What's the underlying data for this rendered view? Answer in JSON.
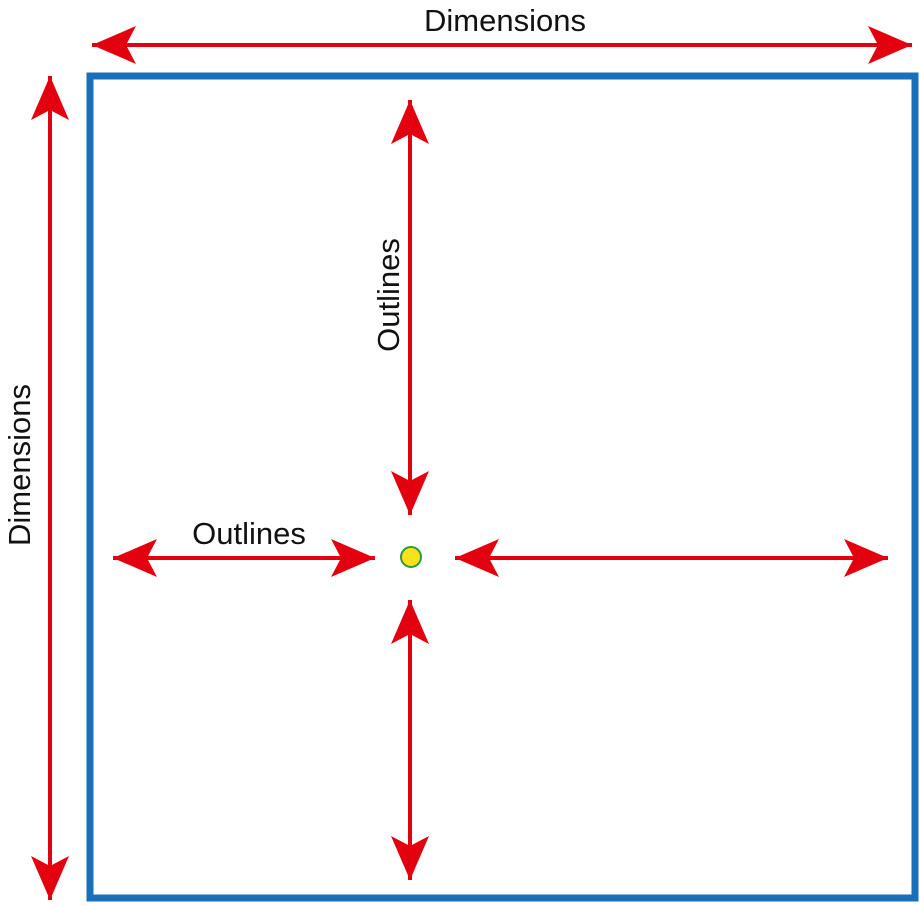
{
  "labels": {
    "top_dimension": "Dimensions",
    "left_dimension": "Dimensions",
    "vertical_outline": "Outlines",
    "horizontal_outline": "Outlines"
  },
  "colors": {
    "frame": "#1a6fba",
    "arrow": "#e3000f",
    "point_fill": "#f7e21b",
    "point_stroke": "#2e9b3a",
    "text": "#111111"
  }
}
